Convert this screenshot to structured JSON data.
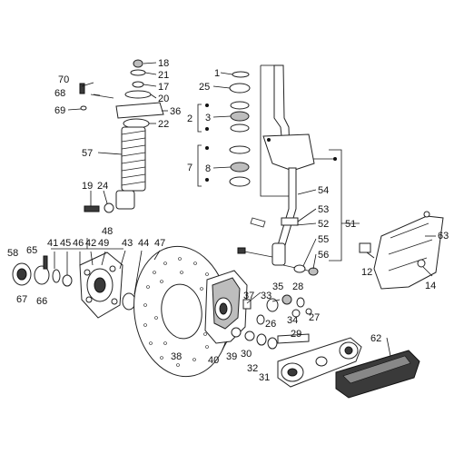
{
  "callouts": [
    {
      "id": "c18",
      "text": "18"
    },
    {
      "id": "c21",
      "text": "21"
    },
    {
      "id": "c17",
      "text": "17"
    },
    {
      "id": "c20",
      "text": "20"
    },
    {
      "id": "c36",
      "text": "36"
    },
    {
      "id": "c22",
      "text": "22"
    },
    {
      "id": "c70",
      "text": "70"
    },
    {
      "id": "c68",
      "text": "68"
    },
    {
      "id": "c69",
      "text": "69"
    },
    {
      "id": "c57",
      "text": "57"
    },
    {
      "id": "c19",
      "text": "19"
    },
    {
      "id": "c24",
      "text": "24"
    },
    {
      "id": "c1",
      "text": "1"
    },
    {
      "id": "c25",
      "text": "25"
    },
    {
      "id": "c2",
      "text": "2"
    },
    {
      "id": "c3",
      "text": "3"
    },
    {
      "id": "c7",
      "text": "7"
    },
    {
      "id": "c8",
      "text": "8"
    },
    {
      "id": "c54",
      "text": "54"
    },
    {
      "id": "c53",
      "text": "53"
    },
    {
      "id": "c52",
      "text": "52"
    },
    {
      "id": "c51",
      "text": "51"
    },
    {
      "id": "c55",
      "text": "55"
    },
    {
      "id": "c56",
      "text": "56"
    },
    {
      "id": "c48",
      "text": "48"
    },
    {
      "id": "c58",
      "text": "58"
    },
    {
      "id": "c65",
      "text": "65"
    },
    {
      "id": "c41",
      "text": "41"
    },
    {
      "id": "c45",
      "text": "45"
    },
    {
      "id": "c46",
      "text": "46"
    },
    {
      "id": "c42",
      "text": "42"
    },
    {
      "id": "c49",
      "text": "49"
    },
    {
      "id": "c43",
      "text": "43"
    },
    {
      "id": "c44",
      "text": "44"
    },
    {
      "id": "c47",
      "text": "47"
    },
    {
      "id": "c67",
      "text": "67"
    },
    {
      "id": "c66",
      "text": "66"
    },
    {
      "id": "c37",
      "text": "37"
    },
    {
      "id": "c33",
      "text": "33"
    },
    {
      "id": "c35",
      "text": "35"
    },
    {
      "id": "c28",
      "text": "28"
    },
    {
      "id": "c26",
      "text": "26"
    },
    {
      "id": "c34",
      "text": "34"
    },
    {
      "id": "c27",
      "text": "27"
    },
    {
      "id": "c29",
      "text": "29"
    },
    {
      "id": "c38",
      "text": "38"
    },
    {
      "id": "c40",
      "text": "40"
    },
    {
      "id": "c39",
      "text": "39"
    },
    {
      "id": "c30",
      "text": "30"
    },
    {
      "id": "c32",
      "text": "32"
    },
    {
      "id": "c31",
      "text": "31"
    },
    {
      "id": "c62",
      "text": "62"
    },
    {
      "id": "c63",
      "text": "63"
    },
    {
      "id": "c12",
      "text": "12"
    },
    {
      "id": "c14",
      "text": "14"
    }
  ]
}
